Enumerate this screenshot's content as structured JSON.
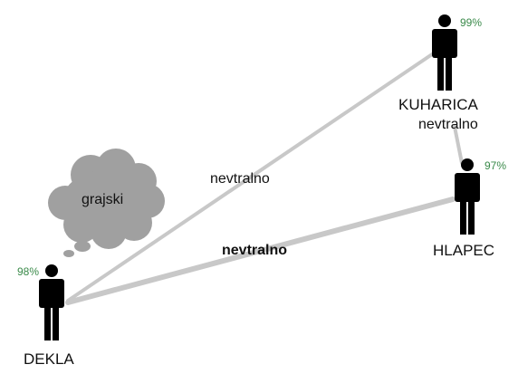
{
  "colors": {
    "edge": "#c8c8c8",
    "person": "#000000",
    "percent": "#3a8a4a",
    "thought": "#a0a0a0"
  },
  "people": [
    {
      "id": "dekla",
      "name": "DEKLA",
      "percent": "98%"
    },
    {
      "id": "kuharica",
      "name": "KUHARICA",
      "percent": "99%"
    },
    {
      "id": "hlapec",
      "name": "HLAPEC",
      "percent": "97%"
    }
  ],
  "relations": [
    {
      "from": "dekla",
      "to": "kuharica",
      "label": "nevtralno"
    },
    {
      "from": "dekla",
      "to": "hlapec",
      "label": "nevtralno"
    },
    {
      "from": "kuharica",
      "to": "hlapec",
      "label": "nevtralno"
    }
  ],
  "thought": {
    "person": "dekla",
    "text": "grajski"
  }
}
